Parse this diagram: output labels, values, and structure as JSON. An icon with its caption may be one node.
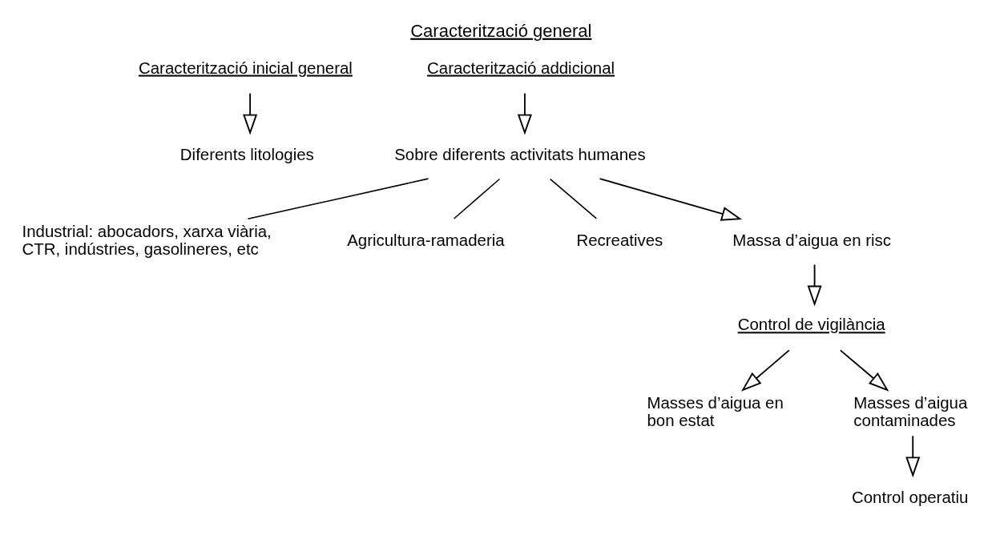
{
  "diagram": {
    "title": "Caracterització general",
    "nodes": [
      {
        "text": [
          "Caracterització inicial general"
        ]
      },
      {
        "text": [
          "Diferents litologies"
        ]
      },
      {
        "text": [
          "Caracterització addicional"
        ]
      },
      {
        "text": [
          "Sobre diferents activitats humanes"
        ]
      },
      {
        "text": [
          "Industrial: abocadors, xarxa viària, CTR, indústries, gasolineres, etc"
        ]
      },
      {
        "text": [
          "Agricultura-ramaderia"
        ]
      },
      {
        "text": [
          "Recreatives"
        ]
      },
      {
        "text": [
          "Massa d’aigua en risc"
        ]
      },
      {
        "text": [
          "Control de vigilància"
        ]
      },
      {
        "text": [
          "Masses d’aigua en bon estat"
        ]
      },
      {
        "text": [
          "Masses d’aigua contaminades"
        ]
      },
      {
        "text": [
          "Control operatiu"
        ]
      }
    ],
    "edges": [
      {
        "from": 0,
        "to": 1,
        "arrow": "to"
      },
      {
        "from": 2,
        "to": 3,
        "arrow": "to"
      },
      {
        "from": 3,
        "to": 4,
        "arrow": "none"
      },
      {
        "from": 3,
        "to": 5,
        "arrow": "none"
      },
      {
        "from": 3,
        "to": 6,
        "arrow": "none"
      },
      {
        "from": 3,
        "to": 7,
        "arrow": "to"
      },
      {
        "from": 7,
        "to": 8,
        "arrow": "to"
      },
      {
        "from": 8,
        "to": 9,
        "arrow": "to"
      },
      {
        "from": 8,
        "to": 10,
        "arrow": "to"
      },
      {
        "from": 10,
        "to": 11,
        "arrow": "to"
      }
    ]
  }
}
